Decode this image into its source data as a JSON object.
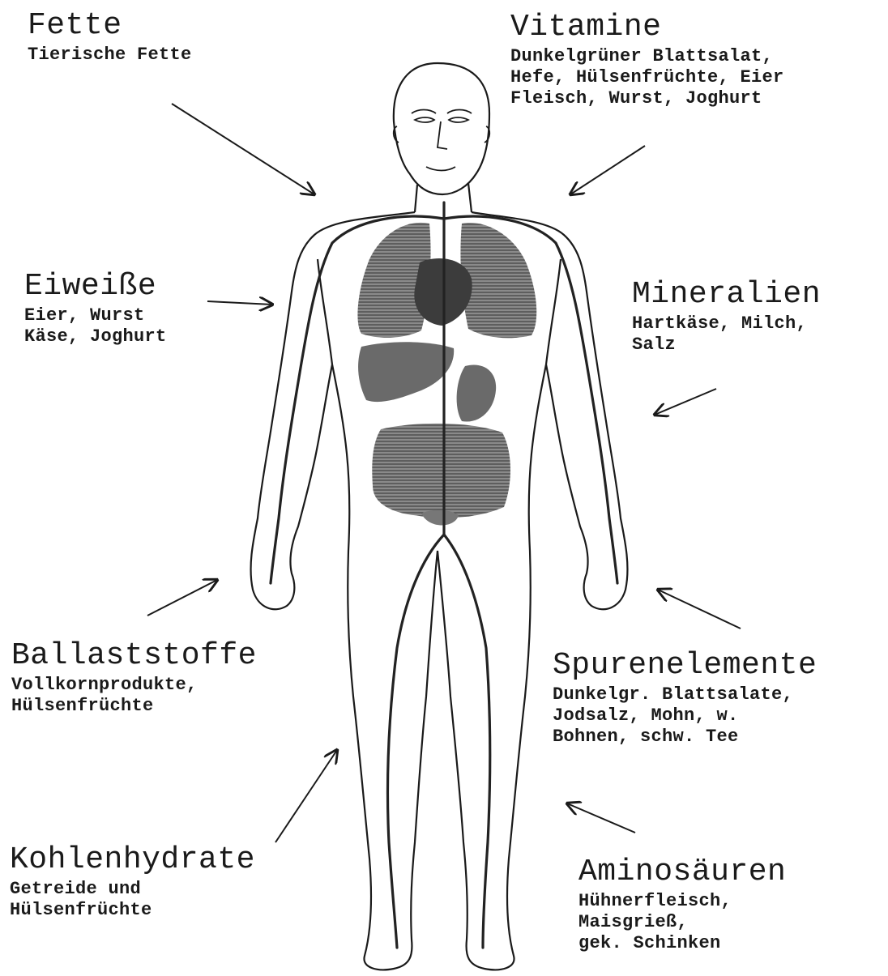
{
  "groups": [
    {
      "key": "fette",
      "title": "Fette",
      "lines": [
        "Tierische Fette"
      ]
    },
    {
      "key": "vitamine",
      "title": "Vitamine",
      "lines": [
        "Dunkelgrüner Blattsalat,",
        "Hefe, Hülsenfrüchte, Eier",
        "Fleisch, Wurst, Joghurt"
      ]
    },
    {
      "key": "eiweisse",
      "title": "Eiweiße",
      "lines": [
        "Eier, Wurst",
        "Käse, Joghurt"
      ]
    },
    {
      "key": "mineralien",
      "title": "Mineralien",
      "lines": [
        "Hartkäse, Milch,",
        "Salz"
      ]
    },
    {
      "key": "ballast",
      "title": "Ballaststoffe",
      "lines": [
        "Vollkornprodukte,",
        "Hülsenfrüchte"
      ]
    },
    {
      "key": "spuren",
      "title": "Spurenelemente",
      "lines": [
        "Dunkelgr. Blattsalate,",
        "Jodsalz, Mohn, w.",
        "Bohnen, schw. Tee"
      ]
    },
    {
      "key": "kohlen",
      "title": "Kohlenhydrate",
      "lines": [
        "Getreide und",
        "Hülsenfrüchte"
      ]
    },
    {
      "key": "amino",
      "title": "Aminosäuren",
      "lines": [
        "Hühnerfleisch,",
        "Maisgrieß,",
        "gek. Schinken"
      ]
    }
  ],
  "colors": {
    "ink": "#1a1a1a",
    "organ": "#555555",
    "paper": "#ffffff"
  }
}
